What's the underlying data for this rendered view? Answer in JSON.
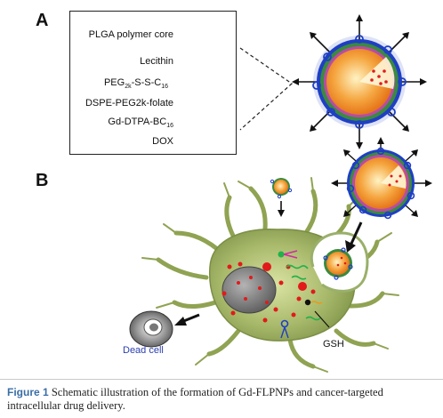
{
  "panels": {
    "a": "A",
    "b": "B"
  },
  "legend": {
    "items": [
      {
        "label": "PLGA polymer core"
      },
      {
        "label": "Lecithin"
      },
      {
        "label_main": "PEG",
        "sub1": "2k",
        "mid": "-S-S-C",
        "sub2": "16"
      },
      {
        "label": "DSPE-PEG2k-folate"
      },
      {
        "label_main": "Gd-DTPA-BC",
        "sub2": "16"
      },
      {
        "label": "DOX"
      }
    ]
  },
  "annotations": {
    "dead_cell": "Dead cell",
    "gsh": "GSH"
  },
  "caption": {
    "label": "Figure 1",
    "text": " Schematic illustration of the formation of Gd-FLPNPs and cancer-targeted intracellular drug delivery."
  },
  "colors": {
    "lecithin": "#22b24c",
    "lecithin_tail": "#d02aa3",
    "peg_tail": "#e89a1a",
    "folate": "#111111",
    "gd": "#1f3fc4",
    "dox": "#e21a1a",
    "core": "#f07d1a",
    "cell": "#a4b56a"
  }
}
